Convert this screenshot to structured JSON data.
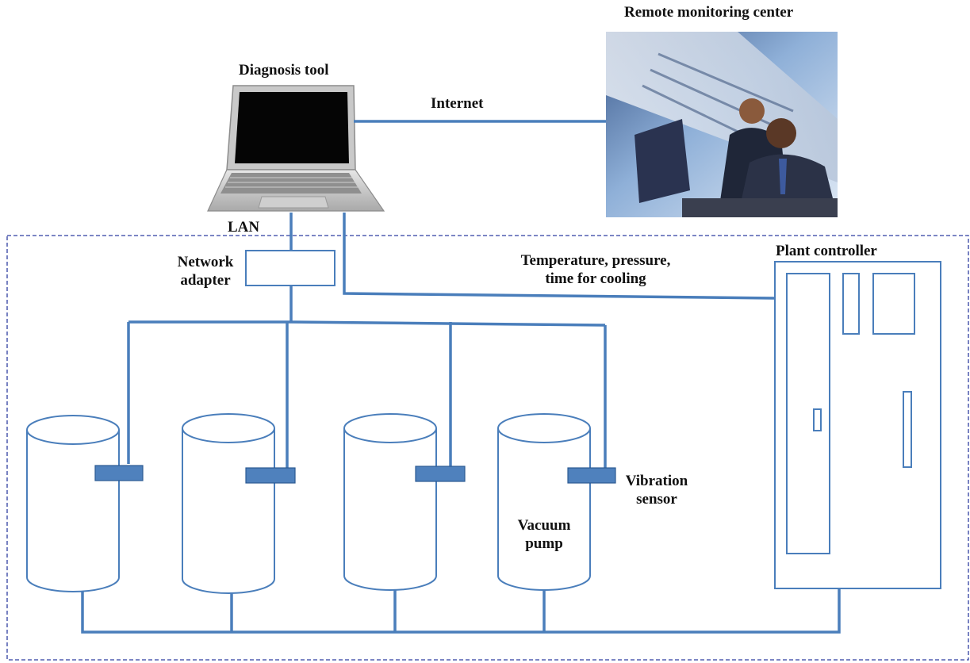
{
  "labels": {
    "remote_monitoring_center": "Remote monitoring center",
    "diagnosis_tool": "Diagnosis tool",
    "internet": "Internet",
    "lan": "LAN",
    "network_adapter_line1": "Network",
    "network_adapter_line2": "adapter",
    "temp_line1": "Temperature, pressure,",
    "temp_line2": "time for cooling",
    "plant_controller": "Plant controller",
    "vibration_line1": "Vibration",
    "vibration_line2": "sensor",
    "vacuum_line1": "Vacuum",
    "vacuum_line2": "pump"
  },
  "colors": {
    "line": "#4a7ebb",
    "sensor_fill": "#4f81bd",
    "boundary": "#2f3fa0"
  },
  "icons": {
    "laptop": "laptop-icon",
    "photo": "remote-monitoring-photo"
  }
}
